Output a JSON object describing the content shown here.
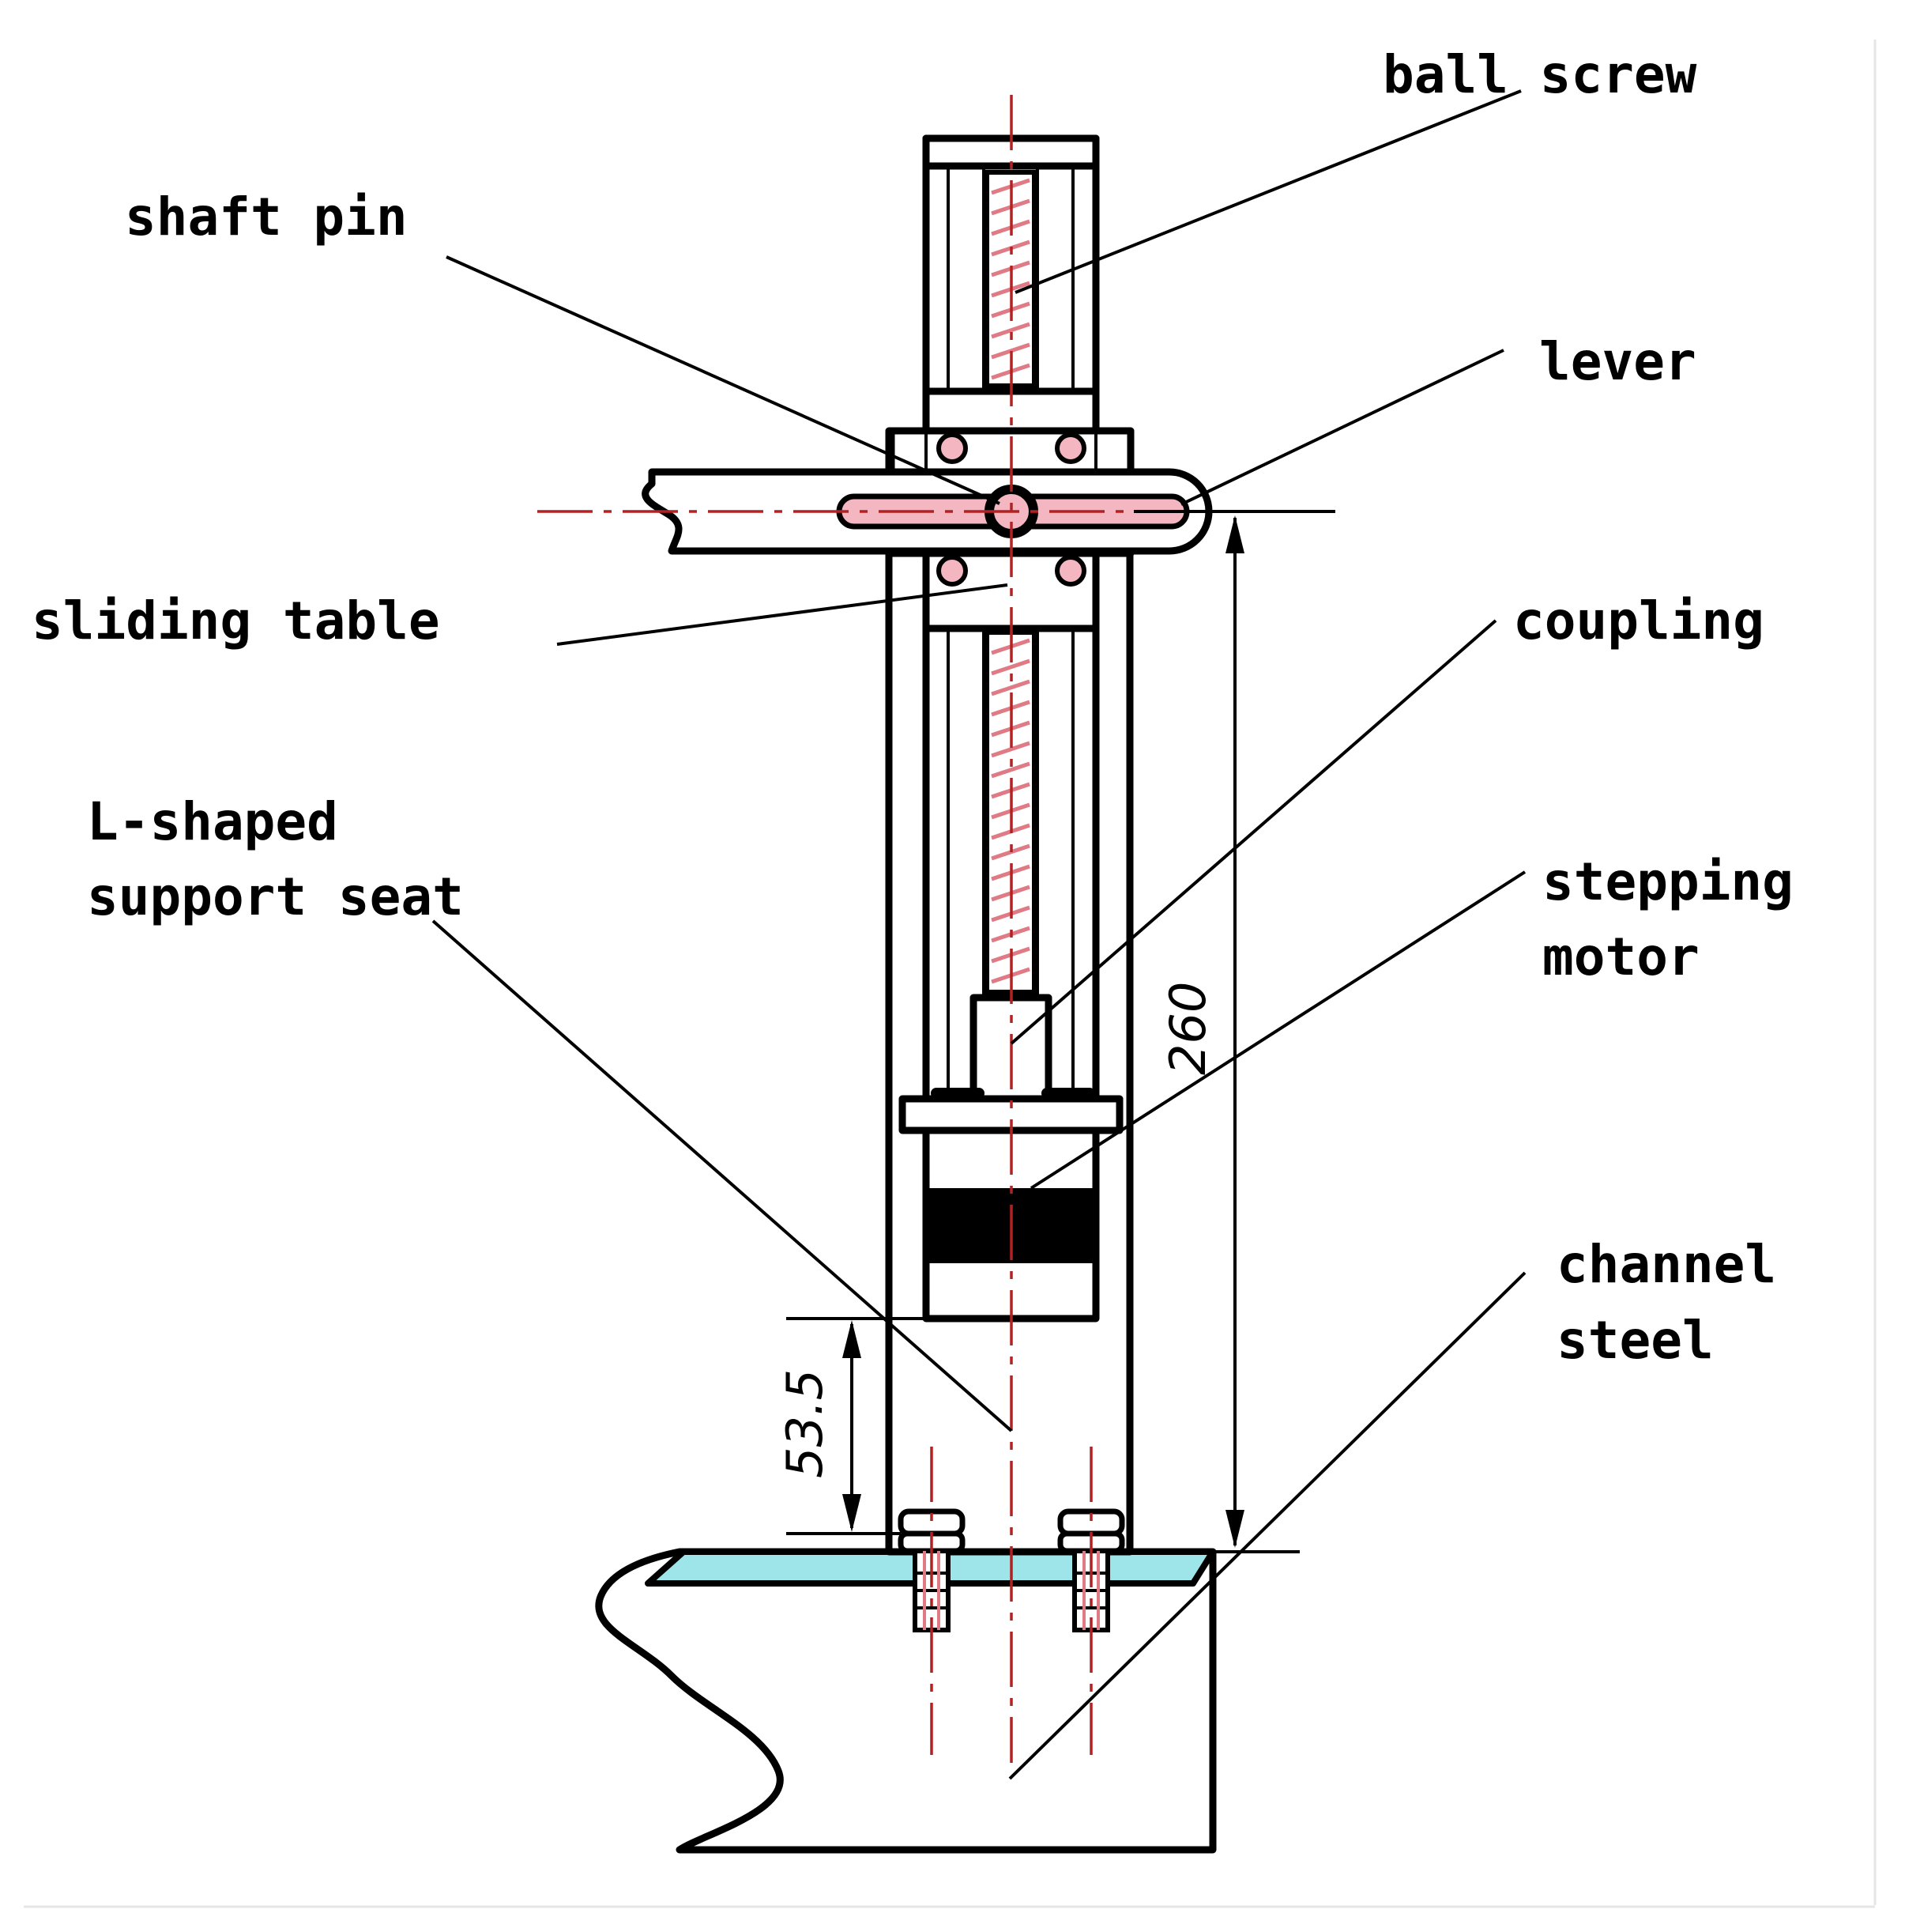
{
  "labels": {
    "ball_screw": "ball screw",
    "shaft_pin": "shaft pin",
    "lever": "lever",
    "sliding_table": "sliding table",
    "coupling": "coupling",
    "l_shaped_line1": "L-shaped",
    "l_shaped_line2": "support seat",
    "stepping_line1": "stepping",
    "stepping_line2": "motor",
    "channel_line1": "channel",
    "channel_line2": "steel"
  },
  "dimensions": {
    "total_height": "260",
    "base_height": "53.5"
  },
  "colors": {
    "outline": "#000000",
    "centerline": "#b22222",
    "screw_hatch": "#e07a85",
    "pin_fill": "#f4b6c0",
    "channel_top": "#9ee5ea"
  }
}
